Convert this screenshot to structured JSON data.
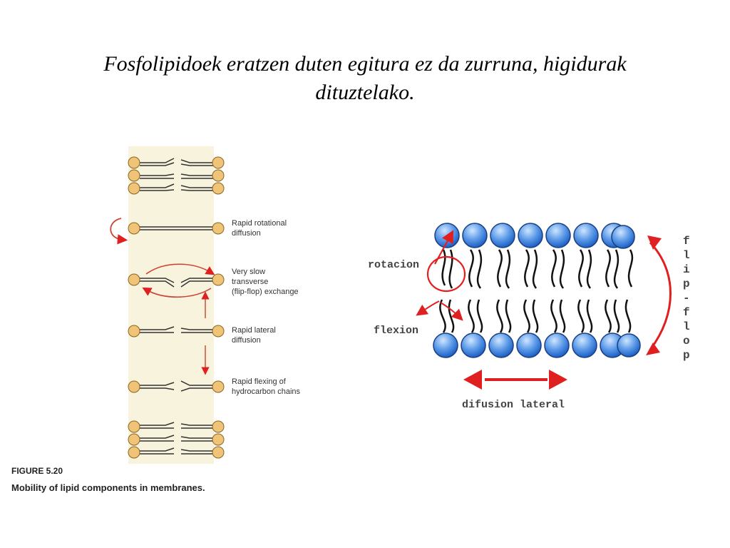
{
  "slide": {
    "title_line1": "Fosfolipidoek eratzen duten egitura ez da zurruna, higidurak",
    "title_line2": "dituztelako."
  },
  "left_figure": {
    "labels": {
      "rotational_1": "Rapid rotational",
      "rotational_2": "diffusion",
      "flipflop_1": "Very slow",
      "flipflop_2": "transverse",
      "flipflop_3": "(flip-flop) exchange",
      "lateral_1": "Rapid lateral",
      "lateral_2": "diffusion",
      "flexing_1": "Rapid flexing of",
      "flexing_2": "hydrocarbon chains"
    },
    "caption_number": "FIGURE 5.20",
    "caption_text": "Mobility of lipid components in membranes."
  },
  "right_figure": {
    "labels": {
      "rotation": "rotacion",
      "flexion": "flexion",
      "lateral": "difusion lateral",
      "flipflop": [
        "f",
        "l",
        "i",
        "p",
        "-",
        "f",
        "l",
        "o",
        "p"
      ]
    },
    "colors": {
      "head_fill": "#3a7fd9",
      "arrow": "#e02020",
      "pale_background": "#f7f3dc"
    }
  }
}
